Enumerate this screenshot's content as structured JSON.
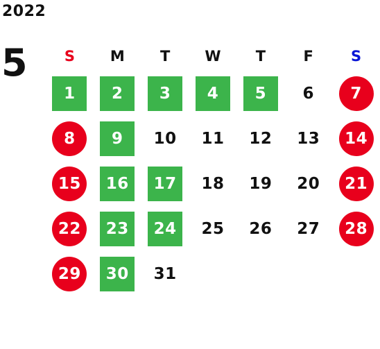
{
  "calendar": {
    "year": "2022",
    "month": "5",
    "weekdays": [
      {
        "label": "S",
        "kind": "sun"
      },
      {
        "label": "M",
        "kind": ""
      },
      {
        "label": "T",
        "kind": ""
      },
      {
        "label": "W",
        "kind": ""
      },
      {
        "label": "T",
        "kind": ""
      },
      {
        "label": "F",
        "kind": ""
      },
      {
        "label": "S",
        "kind": "sat"
      }
    ],
    "weeks": [
      [
        {
          "d": "1",
          "s": "green"
        },
        {
          "d": "2",
          "s": "green"
        },
        {
          "d": "3",
          "s": "green"
        },
        {
          "d": "4",
          "s": "green"
        },
        {
          "d": "5",
          "s": "green"
        },
        {
          "d": "6",
          "s": ""
        },
        {
          "d": "7",
          "s": "red"
        }
      ],
      [
        {
          "d": "8",
          "s": "red"
        },
        {
          "d": "9",
          "s": "green"
        },
        {
          "d": "10",
          "s": ""
        },
        {
          "d": "11",
          "s": ""
        },
        {
          "d": "12",
          "s": ""
        },
        {
          "d": "13",
          "s": ""
        },
        {
          "d": "14",
          "s": "red"
        }
      ],
      [
        {
          "d": "15",
          "s": "red"
        },
        {
          "d": "16",
          "s": "green"
        },
        {
          "d": "17",
          "s": "green"
        },
        {
          "d": "18",
          "s": ""
        },
        {
          "d": "19",
          "s": ""
        },
        {
          "d": "20",
          "s": ""
        },
        {
          "d": "21",
          "s": "red"
        }
      ],
      [
        {
          "d": "22",
          "s": "red"
        },
        {
          "d": "23",
          "s": "green"
        },
        {
          "d": "24",
          "s": "green"
        },
        {
          "d": "25",
          "s": ""
        },
        {
          "d": "26",
          "s": ""
        },
        {
          "d": "27",
          "s": ""
        },
        {
          "d": "28",
          "s": "red"
        }
      ],
      [
        {
          "d": "29",
          "s": "red"
        },
        {
          "d": "30",
          "s": "green"
        },
        {
          "d": "31",
          "s": ""
        },
        {
          "d": "",
          "s": ""
        },
        {
          "d": "",
          "s": ""
        },
        {
          "d": "",
          "s": ""
        },
        {
          "d": "",
          "s": ""
        }
      ]
    ],
    "colors": {
      "holiday_red": "#e8001c",
      "closed_green": "#3cb44b",
      "sunday_header": "#e8001c",
      "saturday_header": "#0a16d6"
    }
  }
}
